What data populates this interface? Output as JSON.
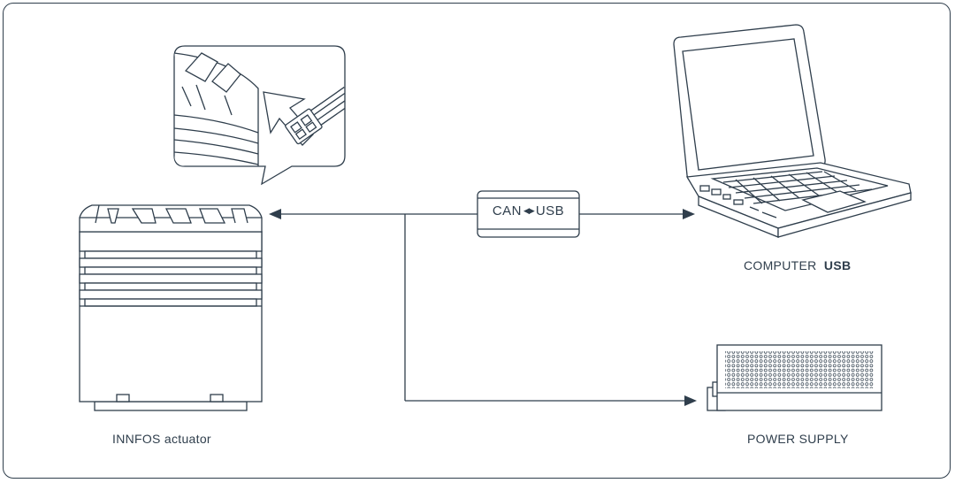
{
  "labels": {
    "actuator": "INNFOS actuator",
    "computer": "COMPUTER",
    "computer_port": "USB",
    "power_supply": "POWER SUPPLY"
  },
  "converter": {
    "left_text": "CAN",
    "arrows": "◀▶",
    "right_text": "USB"
  },
  "colors": {
    "line": "#2f3e4c",
    "background": "#ffffff"
  },
  "icons": [
    "actuator-icon",
    "connector-detail-icon",
    "laptop-icon",
    "power-supply-icon"
  ]
}
